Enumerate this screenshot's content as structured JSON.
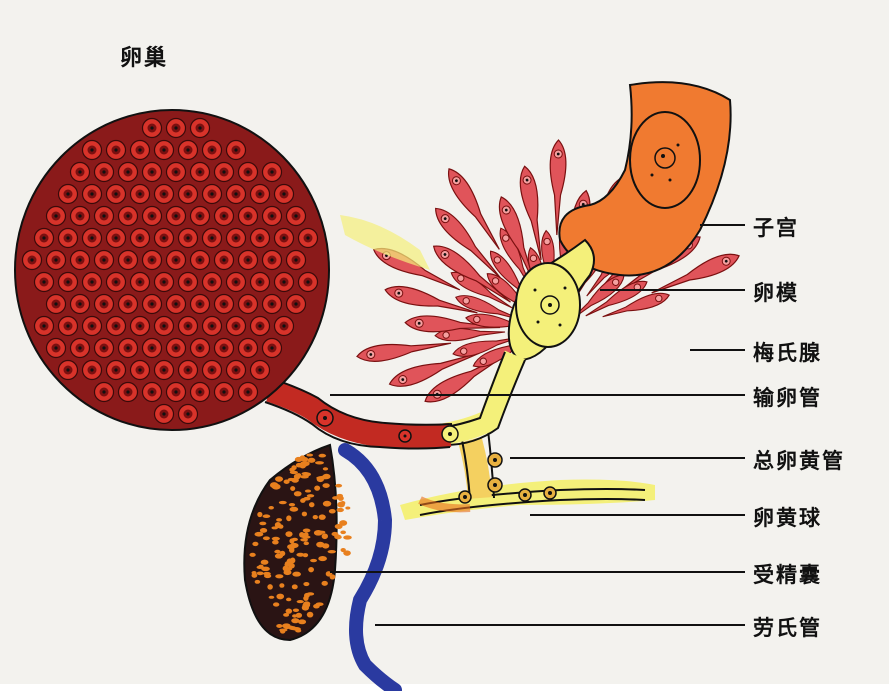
{
  "title": "卵巢",
  "labels": {
    "uterus": "子宫",
    "ootype": "卵模",
    "mehlis_gland": "梅氏腺",
    "oviduct": "输卵管",
    "common_vitelline_duct": "总卵黄管",
    "vitelline_reservoir": "卵黄球",
    "seminal_receptacle": "受精囊",
    "laurer_canal": "劳氏管"
  },
  "colors": {
    "ovary": "#8a1a1a",
    "cell": "#d8332a",
    "uterus": "#f07a30",
    "yellow": "#f4f07a",
    "gland": "#e0545a",
    "laurer": "#2a3aa0",
    "receptacle_dots": "#e8801e"
  }
}
